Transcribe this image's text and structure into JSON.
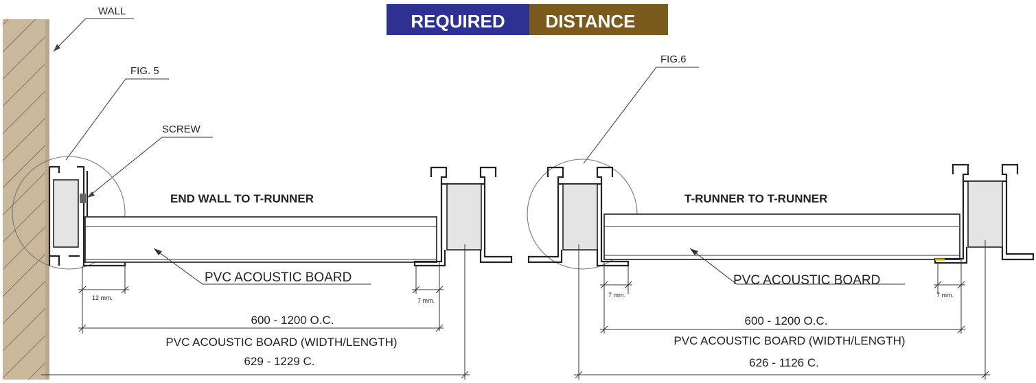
{
  "header": {
    "left_word": "REQUIRED",
    "right_word": "DISTANCE",
    "left_color": "#2e3192",
    "right_color": "#7a5a1d"
  },
  "labels": {
    "wall": "WALL",
    "fig5": "FIG. 5",
    "fig6": "FIG.6",
    "screw": "SCREW",
    "left_title": "END WALL TO T-RUNNER",
    "right_title": "T-RUNNER TO T-RUNNER",
    "left_board": "PVC ACOUSTIC BOARD",
    "right_board": "PVC ACOUSTIC BOARD"
  },
  "left_dims": {
    "gap_left": "12 mm.",
    "gap_right": "7 mm.",
    "oc": "600 - 1200 O.C.",
    "board_size": "PVC ACOUSTIC BOARD (WIDTH/LENGTH)",
    "c": "629 - 1229 C."
  },
  "right_dims": {
    "gap_left": "7 mm.",
    "gap_right": "7 mm.",
    "oc": "600 - 1200 O.C.",
    "board_size": "PVC ACOUSTIC BOARD (WIDTH/LENGTH)",
    "c": "626 - 1126 C."
  }
}
